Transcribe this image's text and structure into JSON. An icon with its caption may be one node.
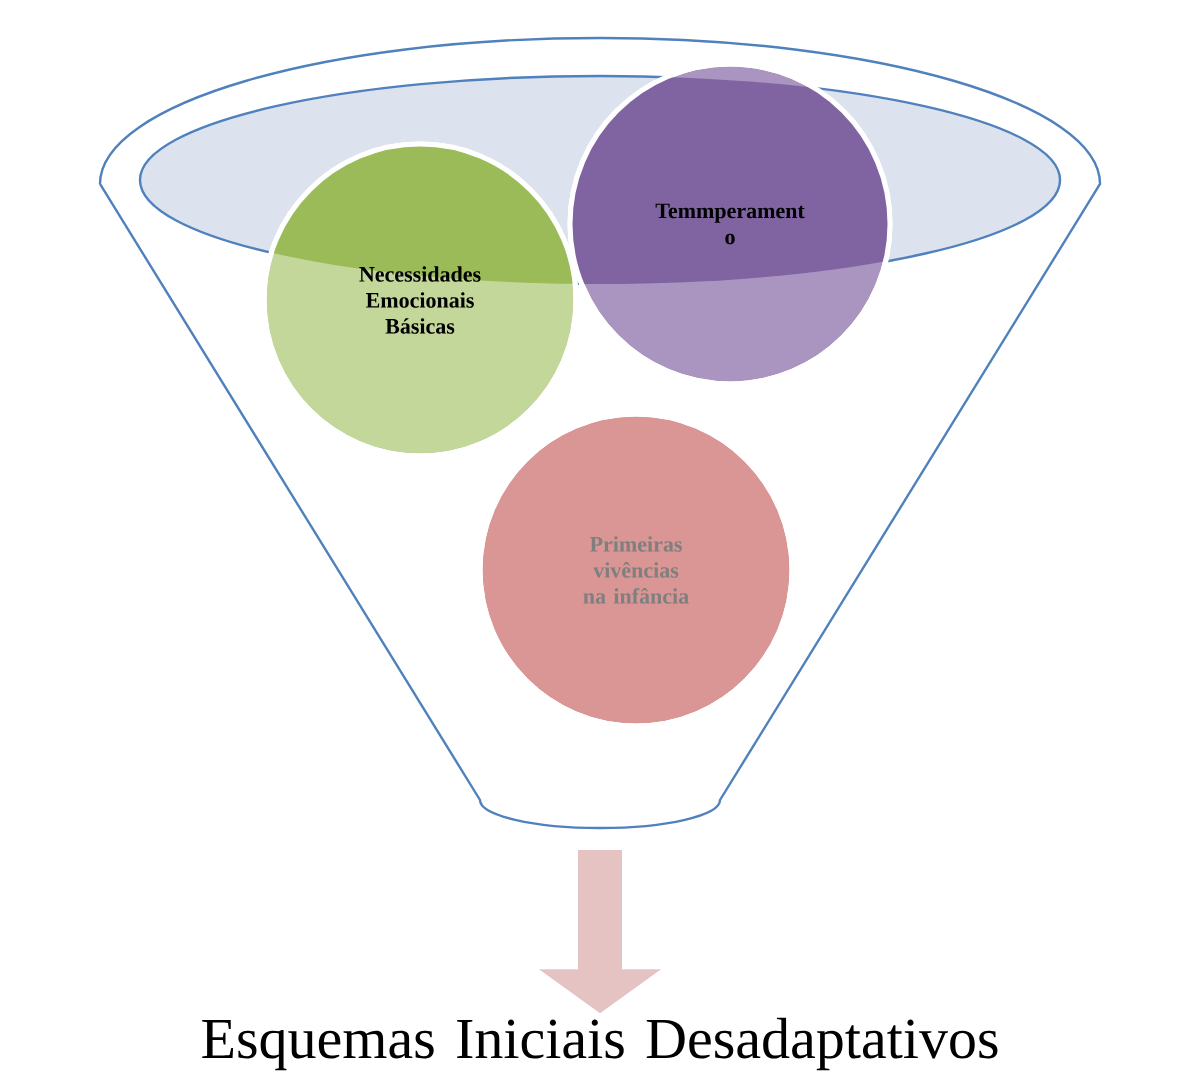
{
  "diagram": {
    "nodes": [
      {
        "text": [
          "Necessidades Emocionais Básicas"
        ]
      },
      {
        "text": [
          "Temmperament o"
        ]
      },
      {
        "text": [
          "Primeiras vivências na infância"
        ]
      },
      {
        "text": [
          "Esquemas Iniciais Desadaptativos"
        ]
      }
    ],
    "edges": [
      {
        "from": null,
        "to": 3,
        "arrow": "to"
      }
    ]
  }
}
